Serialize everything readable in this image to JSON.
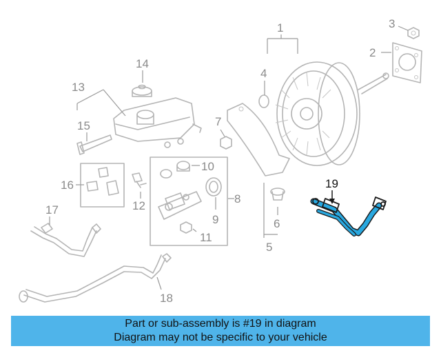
{
  "callouts": [
    "1",
    "2",
    "3",
    "4",
    "5",
    "6",
    "7",
    "8",
    "9",
    "10",
    "11",
    "12",
    "13",
    "14",
    "15",
    "16",
    "17",
    "18",
    "19"
  ],
  "highlighted_part": "19",
  "colors": {
    "highlight": "#29a8e0",
    "banner": "#4fb4ea",
    "line_art": "#b4b4b4",
    "label_gray": "#8a8a8a"
  },
  "banner": {
    "line1": "Part or sub-assembly is #19 in diagram",
    "line2": "Diagram may not be specific to your vehicle"
  }
}
